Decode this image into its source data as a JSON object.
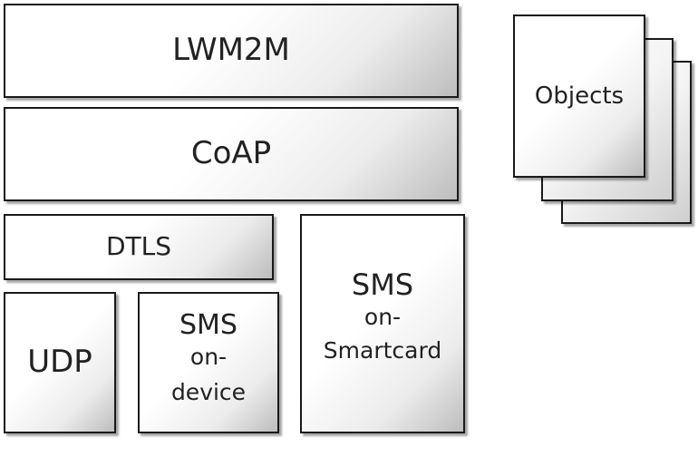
{
  "diagram": {
    "layers": {
      "lwm2m": "LWM2M",
      "coap": "CoAP",
      "dtls": "DTLS",
      "udp": "UDP",
      "sms_on_device": {
        "title": "SMS",
        "line1": "on-",
        "line2": "device"
      },
      "sms_on_smartcard": {
        "title": "SMS",
        "line1": "on-",
        "line2": "Smartcard"
      }
    },
    "objects_label": "Objects"
  }
}
